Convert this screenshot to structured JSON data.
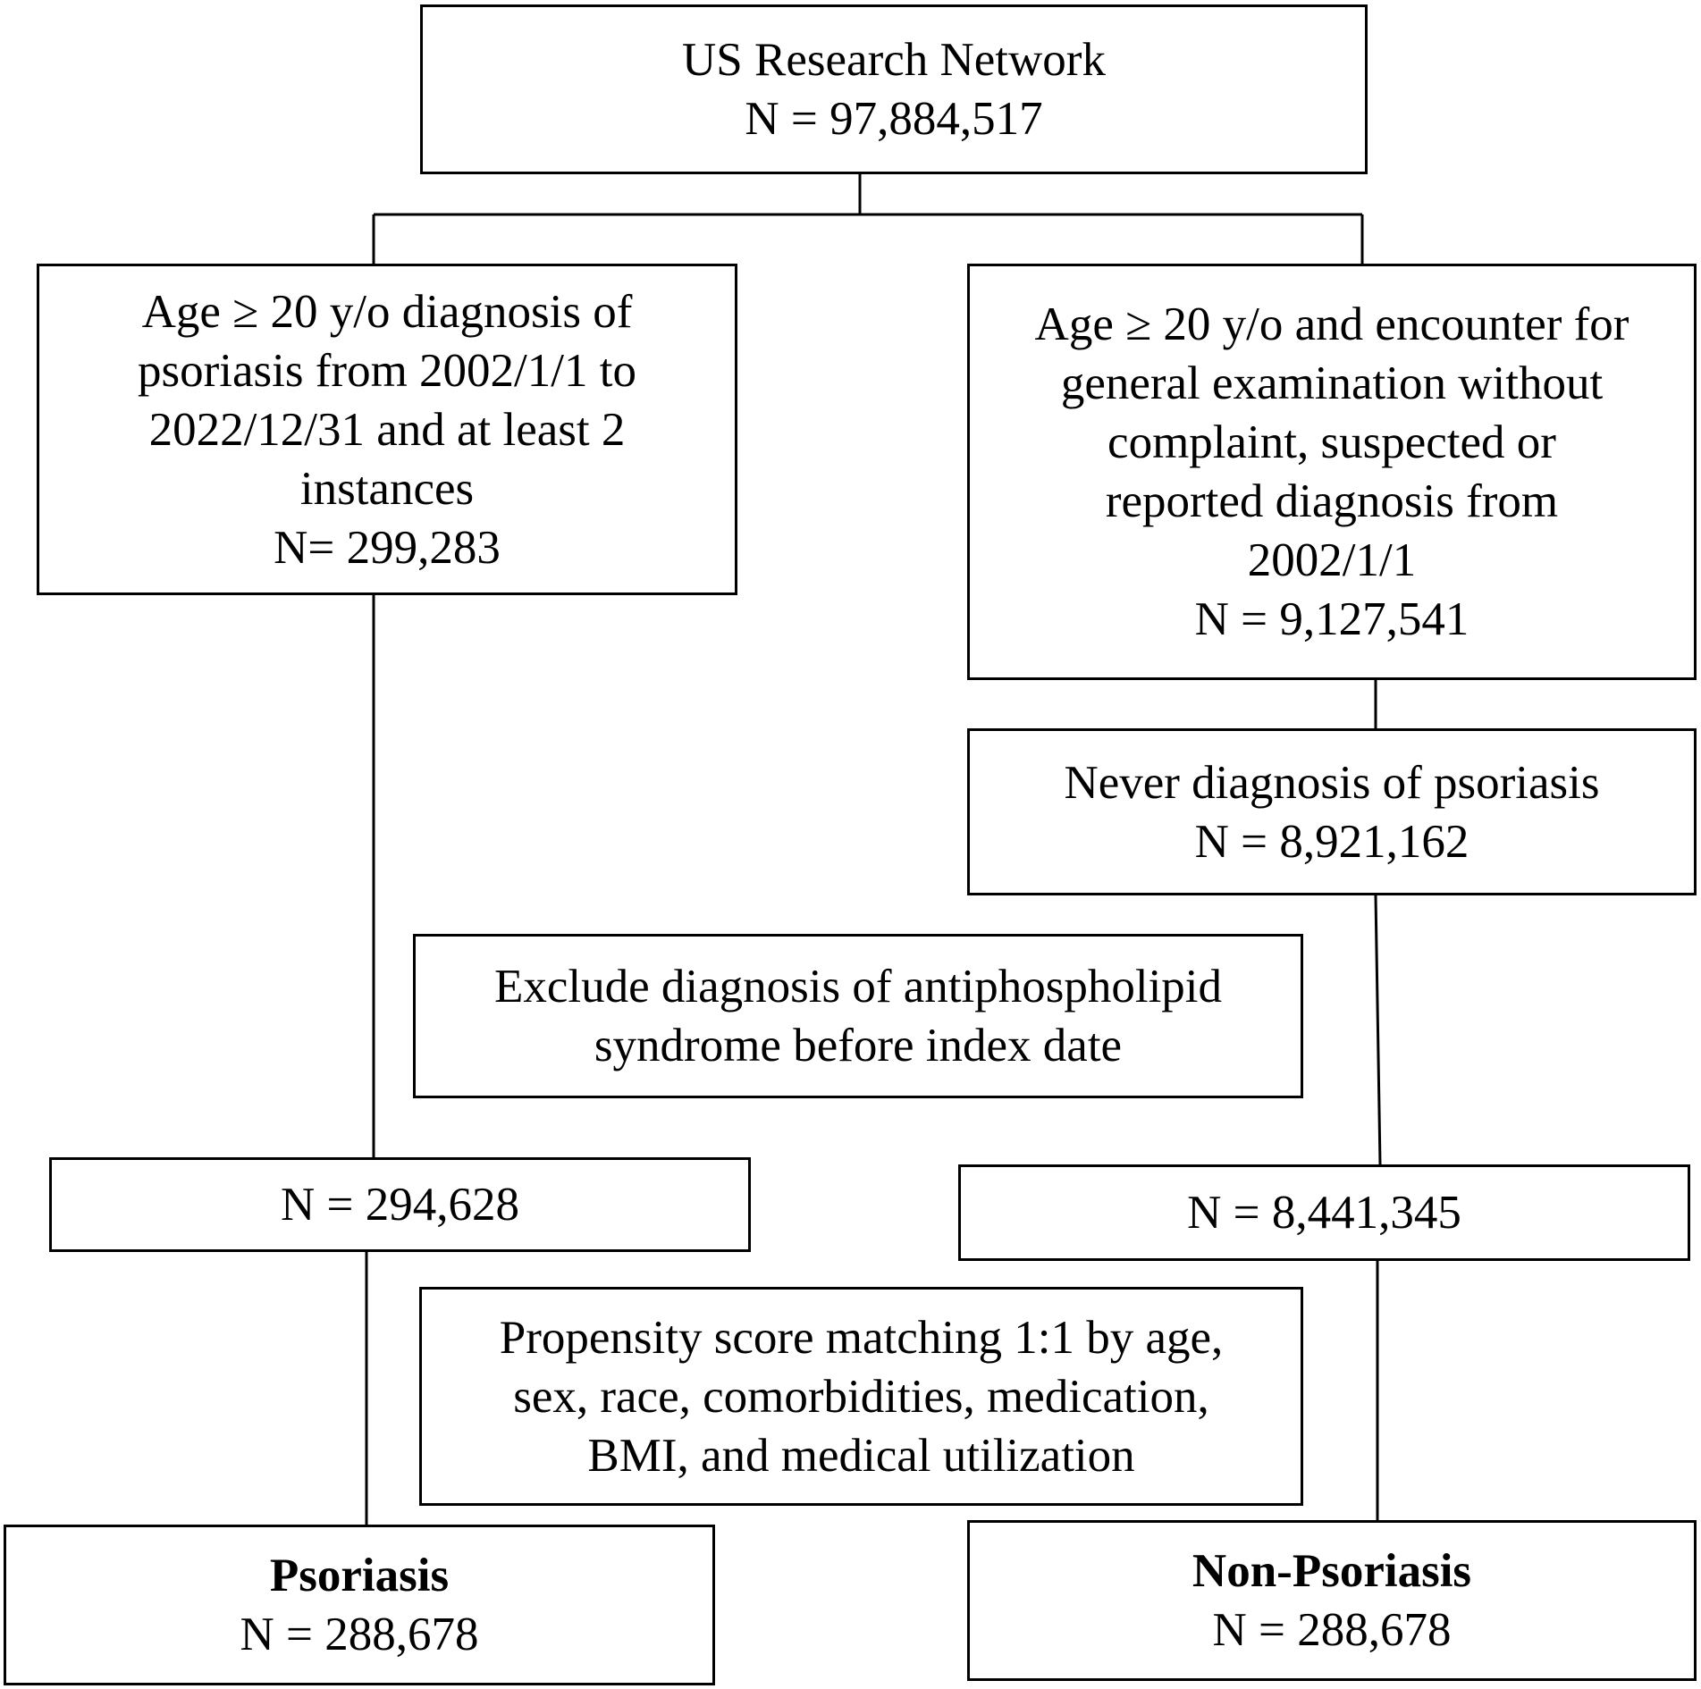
{
  "diagram": {
    "root": {
      "lines": [
        "US Research Network",
        "N = 97,884,517"
      ]
    },
    "left_cohort": {
      "lines": [
        "Age ≥ 20 y/o diagnosis of",
        "psoriasis from 2002/1/1 to",
        "2022/12/31 and at least 2",
        "instances",
        "N= 299,283"
      ]
    },
    "right_cohort": {
      "lines": [
        "Age ≥ 20 y/o and encounter for",
        "general examination without",
        "complaint, suspected or",
        "reported diagnosis from",
        "2002/1/1",
        "N = 9,127,541"
      ]
    },
    "never_psoriasis": {
      "lines": [
        "Never diagnosis of psoriasis",
        "N = 8,921,162"
      ]
    },
    "exclusion": {
      "lines": [
        "Exclude diagnosis of antiphospholipid",
        "syndrome before index date"
      ]
    },
    "left_after_exclusion": {
      "lines": [
        "N = 294,628"
      ]
    },
    "right_after_exclusion": {
      "lines": [
        "N = 8,441,345"
      ]
    },
    "matching": {
      "lines": [
        "Propensity score matching 1:1 by age,",
        "sex, race, comorbidities, medication,",
        "BMI, and medical utilization"
      ]
    },
    "psoriasis_group": {
      "title": "Psoriasis",
      "count": "N = 288,678"
    },
    "non_psoriasis_group": {
      "title": "Non-Psoriasis",
      "count": "N = 288,678"
    }
  }
}
